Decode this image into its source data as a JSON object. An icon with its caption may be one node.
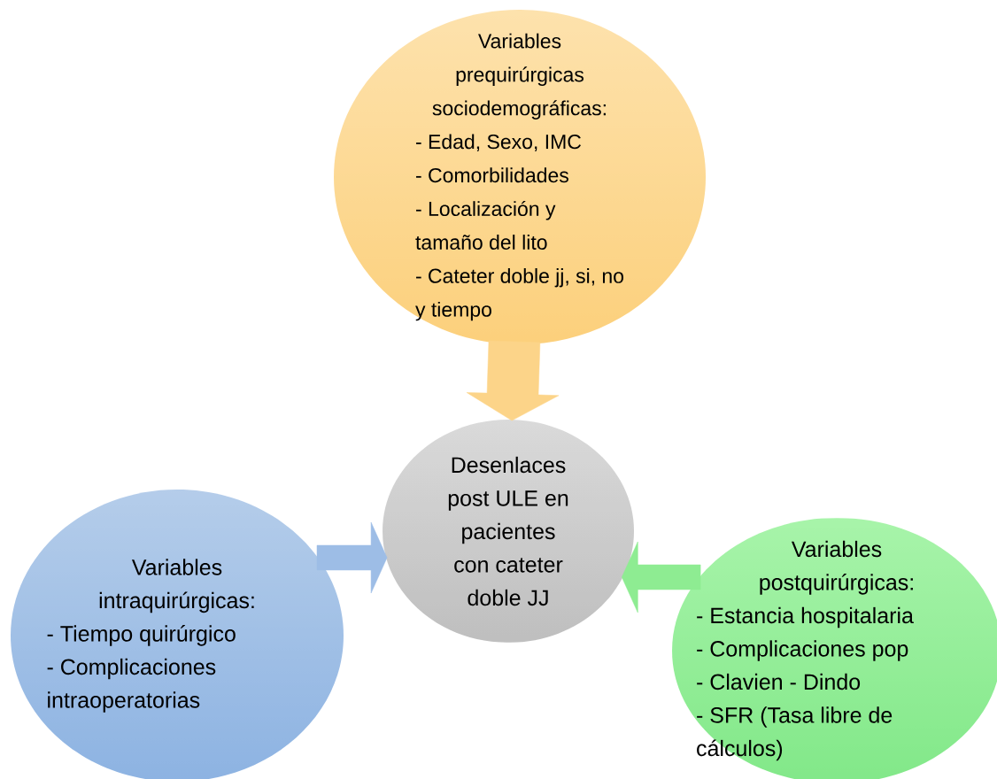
{
  "diagram": {
    "nodes": [
      {
        "text": [
          "Variables prequirúrgicas sociodemográficas:",
          "- Edad, Sexo, IMC",
          "- Comorbilidades",
          "- Localización y tamaño del lito",
          "- Cateter doble jj, si, no y tiempo"
        ]
      },
      {
        "text": [
          "Desenlaces post ULE en pacientes con cateter doble JJ"
        ]
      },
      {
        "text": [
          "Variables intraquirúrgicas:",
          "- Tiempo quirúrgico",
          "- Complicaciones intraoperatorias"
        ]
      },
      {
        "text": [
          "Variables postquirúrgicas:",
          "- Estancia hospitalaria",
          "- Complicaciones pop",
          "- Clavien - Dindo",
          "- SFR (Tasa libre de cálculos)"
        ]
      }
    ],
    "edges": [
      {
        "from": 0,
        "to": 1,
        "arrow": "to",
        "style": "thick",
        "color": "#fcd489"
      },
      {
        "from": 2,
        "to": 1,
        "arrow": "to",
        "style": "thick",
        "color": "#9dbde6"
      },
      {
        "from": 3,
        "to": 1,
        "arrow": "to",
        "style": "thick",
        "color": "#8eec92"
      }
    ]
  }
}
